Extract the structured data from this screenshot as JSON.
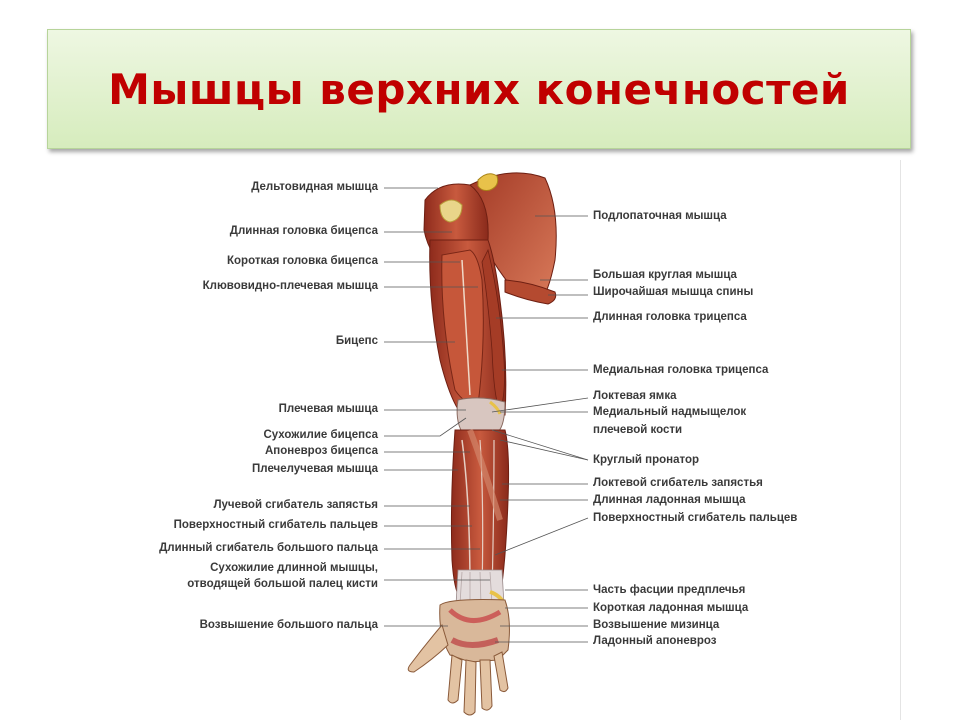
{
  "title": "Мышцы верхних конечностей",
  "labels_left": [
    "Дельтовидная мышца",
    "Длинная головка бицепса",
    "Короткая головка бицепса",
    "Клювовидно-плечевая мышца",
    "Бицепс",
    "Плечевая мышца",
    "Сухожилие бицепса",
    "Апоневроз бицепса",
    "Плечелучевая мышца",
    "Лучевой сгибатель запястья",
    "Поверхностный сгибатель пальцев",
    "Длинный сгибатель большого пальца",
    "Сухожилие длинной мышцы,",
    "отводящей большой палец кисти",
    "Возвышение большого пальца"
  ],
  "labels_right": [
    "Подлопаточная мышца",
    "Большая круглая мышца",
    "Широчайшая мышца спины",
    "Длинная головка трицепса",
    "Медиальная головка трицепса",
    "Локтевая ямка",
    "Медиальный надмыщелок",
    "плечевой кости",
    "Круглый пронатор",
    "Локтевой сгибатель запястья",
    "Длинная ладонная мышца",
    "Поверхностный сгибатель пальцев",
    "Часть фасции предплечья",
    "Короткая ладонная мышца",
    "Возвышение мизинца",
    "Ладонный апоневроз"
  ]
}
